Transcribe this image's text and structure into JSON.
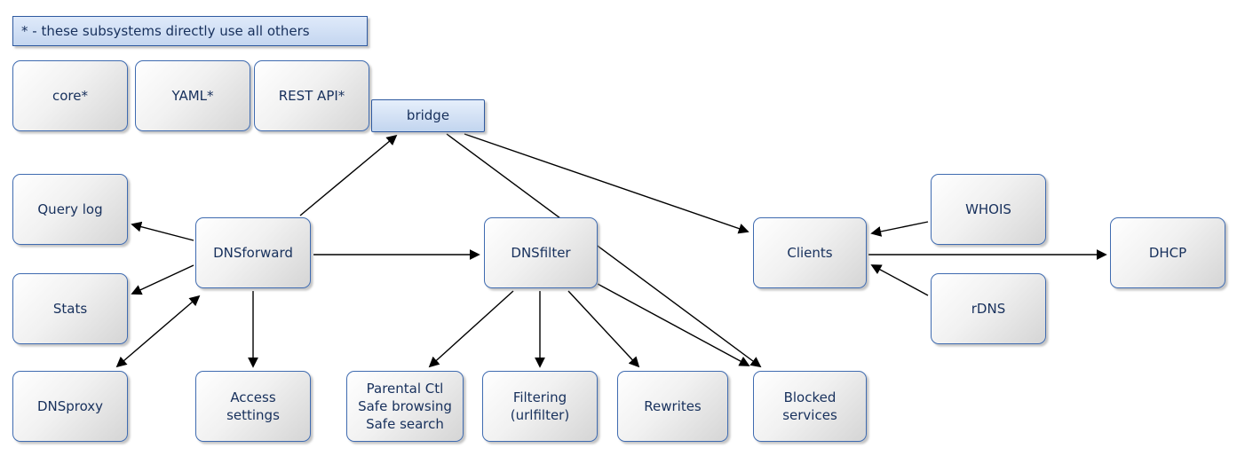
{
  "legend": {
    "text": "* - these subsystems directly use all others"
  },
  "nodes": {
    "core": "core*",
    "yaml": "YAML*",
    "rest_api": "REST API*",
    "bridge": "bridge",
    "query_log": "Query log",
    "stats": "Stats",
    "dnsproxy": "DNSproxy",
    "dnsforward": "DNSforward",
    "access_settings": "Access\nsettings",
    "dnsfilter": "DNSfilter",
    "parental": "Parental Ctl\nSafe browsing\nSafe search",
    "filtering": "Filtering\n(urlfilter)",
    "rewrites": "Rewrites",
    "blocked_services": "Blocked\nservices",
    "clients": "Clients",
    "whois": "WHOIS",
    "rdns": "rDNS",
    "dhcp": "DHCP"
  },
  "colors": {
    "node_border": "#3f6bb0",
    "accent_fill": "#c9daf1",
    "arrow": "#000000",
    "text": "#17305c"
  }
}
